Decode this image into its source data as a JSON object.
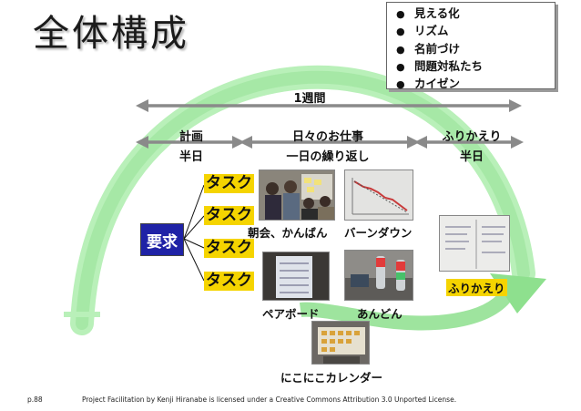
{
  "slide": {
    "title": "全体構成"
  },
  "bullets": [
    "見える化",
    "リズム",
    "名前づけ",
    "問題対私たち",
    "カイゼン"
  ],
  "timeline": {
    "week": "1週間",
    "plan": {
      "name": "計画",
      "duration": "半日"
    },
    "work": {
      "name": "日々のお仕事",
      "duration": "一日の繰り返し"
    },
    "retro": {
      "name": "ふりかえり",
      "duration": "半日"
    }
  },
  "requirement": "要求",
  "tasks": [
    "タスク",
    "タスク",
    "タスク",
    "タスク"
  ],
  "practices": {
    "asakai": "朝会、かんばん",
    "burndown": "バーンダウン",
    "pair": "ペアボード",
    "andon": "あんどん",
    "calendar": "にこにこカレンダー",
    "retrospective": "ふりかえり"
  },
  "footer": {
    "page": "p.88",
    "license": "Project Facilitation by Kenji Hiranabe is licensed under a Creative Commons Attribution 3.0 Unported License."
  },
  "colors": {
    "arc": "#8ee08e",
    "arrow": "#8a8a8a",
    "task_bg": "#f5d400",
    "requirement_bg": "#1f22a6"
  }
}
